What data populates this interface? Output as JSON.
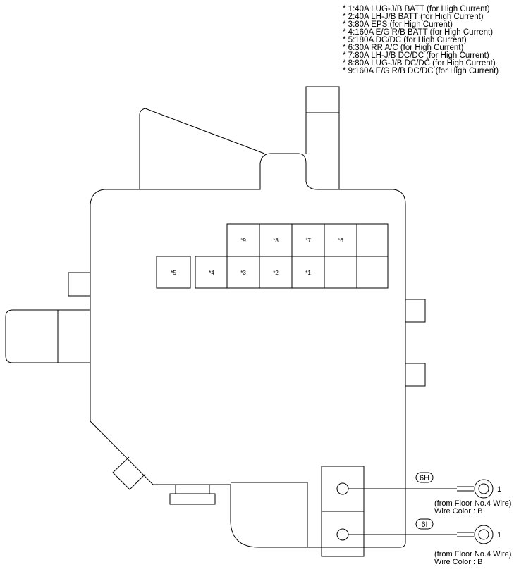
{
  "legend": [
    "* 1:40A LUG-J/B BATT (for High Current)",
    "* 2:40A LH-J/B BATT (for High Current)",
    "* 3:80A EPS (for High Current)",
    "* 4:160A E/G R/B BATT (for High Current)",
    "* 5:180A DC/DC (for High Current)",
    "* 6:30A RR A/C (for High Current)",
    "* 7:80A LH-J/B DC/DC (for High Current)",
    "* 8:80A LUG-J/B DC/DC (for High Current)",
    "* 9:160A E/G R/B DC/DC (for High Current)"
  ],
  "cells": {
    "c9": "*9",
    "c8": "*8",
    "c7": "*7",
    "c6": "*6",
    "c5": "*5",
    "c4": "*4",
    "c3": "*3",
    "c2": "*2",
    "c1": "*1"
  },
  "connectors": [
    {
      "tag": "6H",
      "pin": "1",
      "note1": "(from Floor No.4 Wire)",
      "note2": "Wire Color : B"
    },
    {
      "tag": "6I",
      "pin": "1",
      "note1": "(from Floor No.4 Wire)",
      "note2": "Wire Color : B"
    }
  ]
}
